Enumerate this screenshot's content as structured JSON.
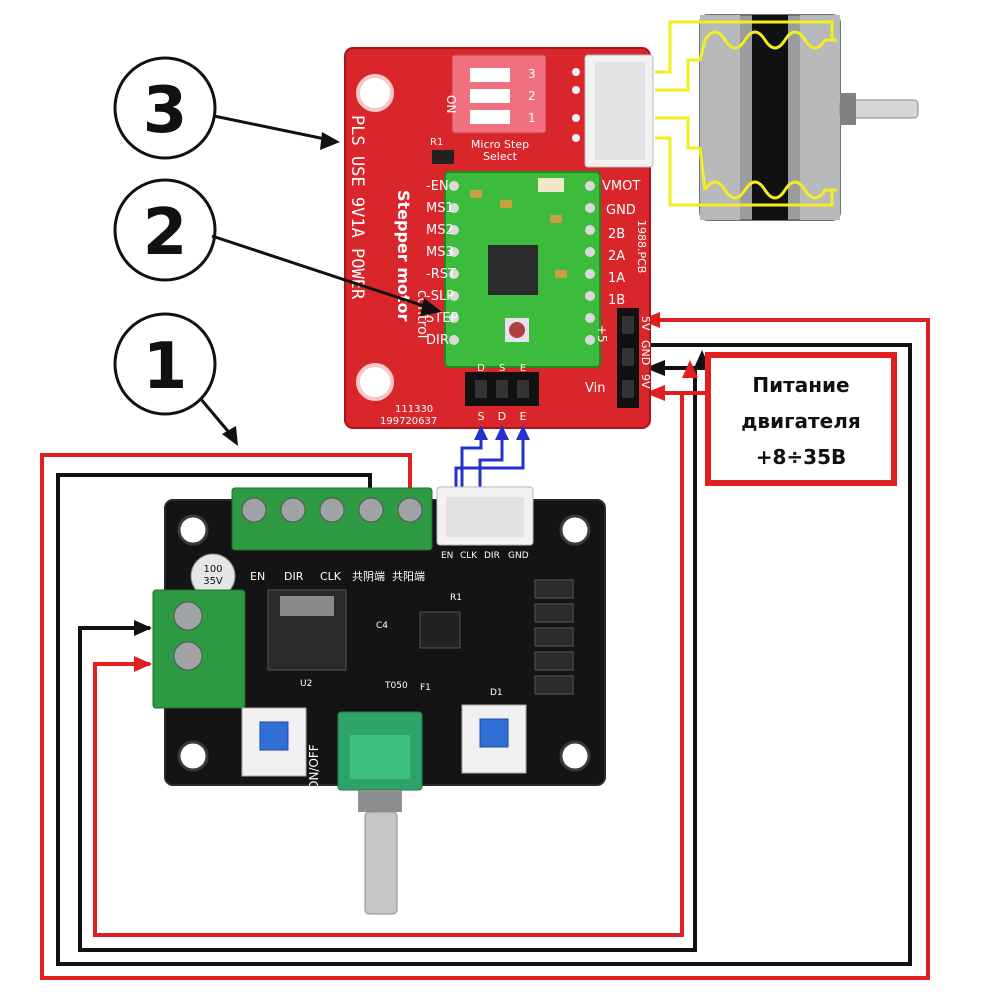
{
  "callouts": [
    "3",
    "2",
    "1"
  ],
  "power_label": {
    "line1": "Питание",
    "line2": "двигателя",
    "line3": "+8÷35В"
  },
  "driver_board": {
    "vertical_warning": "PLS USE 9V1A POWER",
    "vertical_title_1": "Stepper motor",
    "vertical_title_2": "control",
    "left_pins": [
      "-EN",
      "MS1",
      "MS2",
      "MS3",
      "-RST",
      "-SLP",
      "STEP",
      "DIR"
    ],
    "right_pins": [
      "VMOT",
      "GND",
      "2B",
      "2A",
      "1A",
      "1B"
    ],
    "micro_step": "Micro Step",
    "select": "Select",
    "on": "ON",
    "dip_numbers": [
      "1",
      "2",
      "3"
    ],
    "r1": "R1",
    "pcb_code": "1988.PCB",
    "power_pins": [
      "5V",
      "GND",
      "9V"
    ],
    "vin": "Vin",
    "plus5": "+5",
    "serial1": "111330",
    "serial2": "199720637",
    "header_top": [
      "D",
      "S",
      "E"
    ],
    "header_bottom": [
      "S",
      "D",
      "E"
    ]
  },
  "controller_board": {
    "terminal_labels": [
      "EN",
      "DIR",
      "CLK",
      "共阴端",
      "共阳端"
    ],
    "header_labels": [
      "EN",
      "CLK",
      "DIR",
      "GND"
    ],
    "cap_value": "100",
    "cap_voltage": "35V",
    "switch_label": "ON/OFF",
    "chip_labels": [
      "R1",
      "U2",
      "C4",
      "F1",
      "T050",
      "D1"
    ]
  },
  "colors": {
    "red_board": "#d8262b",
    "black_board": "#141414",
    "green_terminal": "#2e9a44",
    "wire_red": "#e02020",
    "wire_black": "#111111",
    "wire_blue": "#2233cc",
    "wire_yellow": "#f2ee20"
  }
}
